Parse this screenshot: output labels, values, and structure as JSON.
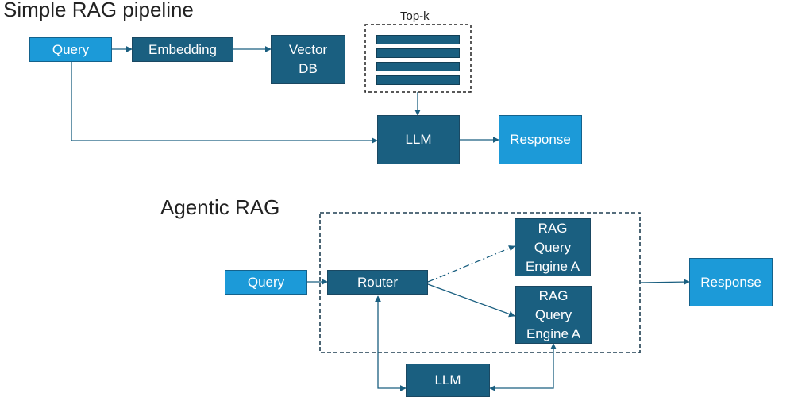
{
  "simple_rag": {
    "title": "Simple RAG pipeline",
    "topk_label": "Top-k",
    "nodes": {
      "query": "Query",
      "embedding": "Embedding",
      "vector_db": "Vector\nDB",
      "llm": "LLM",
      "response": "Response"
    },
    "topk_results": 4
  },
  "agentic_rag": {
    "title": "Agentic RAG",
    "nodes": {
      "query": "Query",
      "router": "Router",
      "engine_top": "RAG\nQuery\nEngine A",
      "engine_bottom": "RAG\nQuery\nEngine A",
      "llm": "LLM",
      "response": "Response"
    }
  },
  "colors": {
    "dark_node": "#1a5f80",
    "light_node": "#1c9ad8",
    "edge": "#1a5f80",
    "text": "#222222"
  }
}
